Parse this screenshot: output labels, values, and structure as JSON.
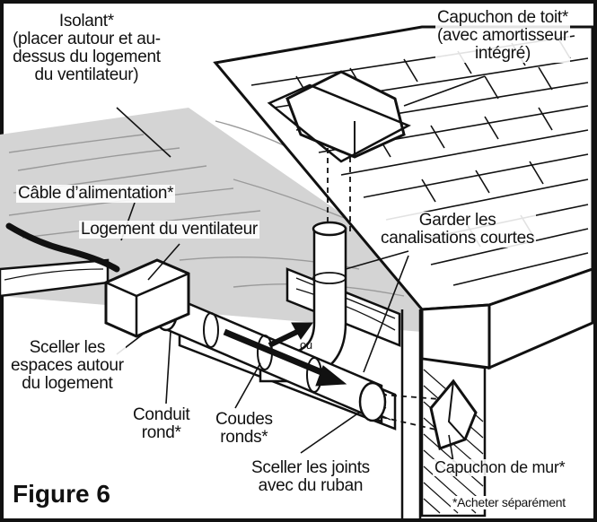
{
  "figure": {
    "title": "Figure 6",
    "note": "*Acheter séparément"
  },
  "labels": {
    "insulation": [
      "Isolant*",
      "(placer autour et au-",
      "dessus du logement",
      "du ventilateur)"
    ],
    "roof_cap": [
      "Capuchon de toit*",
      "(avec amortisseur",
      "intégré)"
    ],
    "power_cable": "Câble d’alimentation*",
    "fan_housing": "Logement du ventilateur",
    "short_ducts": [
      "Garder les",
      "canalisations courtes"
    ],
    "seal_housing": [
      "Sceller les",
      "espaces autour",
      "du logement"
    ],
    "round_duct": [
      "Conduit",
      "rond*"
    ],
    "round_elbows": [
      "Coudes",
      "ronds*"
    ],
    "tape_joints": [
      "Sceller les joints",
      "avec du ruban"
    ],
    "wall_cap": "Capuchon de mur*",
    "or": "ou"
  },
  "colors": {
    "ink": "#111111",
    "insulation": "#d4d4d4",
    "background": "#ffffff"
  }
}
